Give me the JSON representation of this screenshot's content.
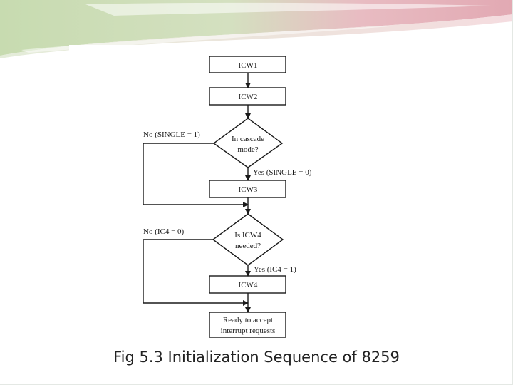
{
  "diagram": {
    "nodes": {
      "icw1": "ICW1",
      "icw2": "ICW2",
      "cascade_decision": [
        "In cascade",
        "mode?"
      ],
      "icw3": "ICW3",
      "icw4_decision": [
        "Is ICW4",
        "needed?"
      ],
      "icw4": "ICW4",
      "ready": [
        "Ready to accept",
        "interrupt requests"
      ]
    },
    "edges": {
      "cascade_no": "No (SINGLE = 1)",
      "cascade_yes": "Yes (SINGLE = 0)",
      "icw4_no": "No (IC4 = 0)",
      "icw4_yes": "Yes (IC4 = 1)"
    }
  },
  "caption": "Fig 5.3 Initialization Sequence of 8259",
  "colors": {
    "header_green": "#c9dcb3",
    "header_pink": "#e9b8c0",
    "header_white_streak": "#ffffff",
    "line": "#1a1a1a"
  }
}
